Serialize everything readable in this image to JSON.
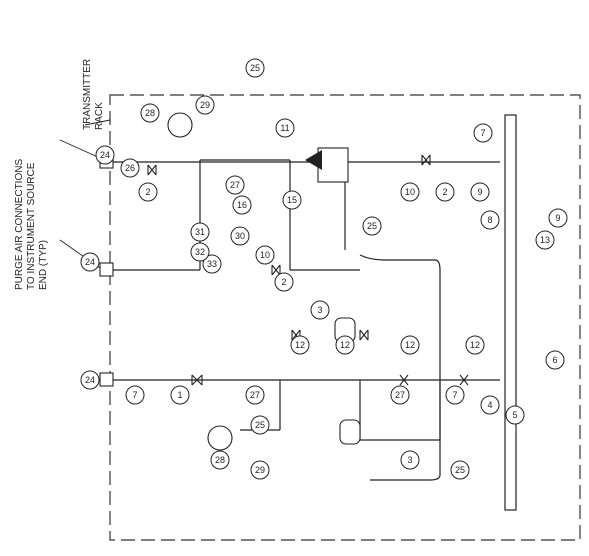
{
  "labels": {
    "purge_note_1": "PURGE AIR CONNECTIONS",
    "purge_note_2": "TO INSTRUMENT SOURCE",
    "purge_note_3": "END (TYP)",
    "rack_1": "TRANSMITTER",
    "rack_2": "RACK"
  },
  "callouts": [
    {
      "id": "c24a",
      "text": "24"
    },
    {
      "id": "c7a",
      "text": "7"
    },
    {
      "id": "c1",
      "text": "1"
    },
    {
      "id": "c27a",
      "text": "27"
    },
    {
      "id": "c27b",
      "text": "27"
    },
    {
      "id": "c7b",
      "text": "7"
    },
    {
      "id": "c4",
      "text": "4"
    },
    {
      "id": "c5",
      "text": "5"
    },
    {
      "id": "c6",
      "text": "6"
    },
    {
      "id": "c28a",
      "text": "28"
    },
    {
      "id": "c29a",
      "text": "29"
    },
    {
      "id": "c25a",
      "text": "25"
    },
    {
      "id": "c12a",
      "text": "12"
    },
    {
      "id": "c12b",
      "text": "12"
    },
    {
      "id": "c12c",
      "text": "12"
    },
    {
      "id": "c12d",
      "text": "12"
    },
    {
      "id": "c3a",
      "text": "3"
    },
    {
      "id": "c3b",
      "text": "3"
    },
    {
      "id": "c25b",
      "text": "25"
    },
    {
      "id": "c24b",
      "text": "24"
    },
    {
      "id": "c2a",
      "text": "2"
    },
    {
      "id": "c33",
      "text": "33"
    },
    {
      "id": "c32",
      "text": "32"
    },
    {
      "id": "c31",
      "text": "31"
    },
    {
      "id": "c30",
      "text": "30"
    },
    {
      "id": "c10a",
      "text": "10"
    },
    {
      "id": "c16",
      "text": "16"
    },
    {
      "id": "c24c",
      "text": "24"
    },
    {
      "id": "c2b",
      "text": "2"
    },
    {
      "id": "c26",
      "text": "26"
    },
    {
      "id": "c28b",
      "text": "28"
    },
    {
      "id": "c29b",
      "text": "29"
    },
    {
      "id": "c25c",
      "text": "25"
    },
    {
      "id": "c27c",
      "text": "27"
    },
    {
      "id": "c11",
      "text": "11"
    },
    {
      "id": "c15",
      "text": "15"
    },
    {
      "id": "c25d",
      "text": "25"
    },
    {
      "id": "c10b",
      "text": "10"
    },
    {
      "id": "c2c",
      "text": "2"
    },
    {
      "id": "c9a",
      "text": "9"
    },
    {
      "id": "c8",
      "text": "8"
    },
    {
      "id": "c7c",
      "text": "7"
    },
    {
      "id": "c13",
      "text": "13"
    },
    {
      "id": "c9b",
      "text": "9"
    }
  ]
}
